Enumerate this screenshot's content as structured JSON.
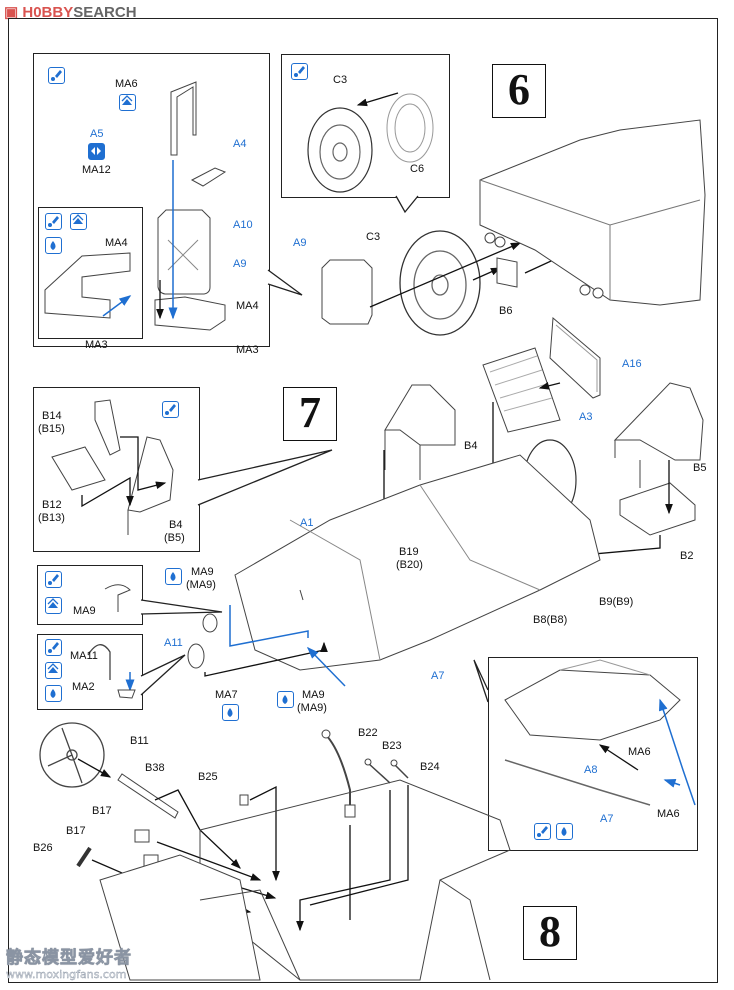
{
  "header": {
    "brand_icon": "hobby-search-logo-icon",
    "brand_part1": "H0BBY",
    "brand_part2": "SEARCH"
  },
  "steps": [
    {
      "number": "6",
      "detail_wheel": {
        "labels": [
          "C3",
          "C6"
        ],
        "icon": "glue-icon"
      },
      "main_labels": {
        "a9": "A9",
        "c3": "C3",
        "b6": "B6"
      },
      "jerrycan_detail": {
        "labels": {
          "ma6": "MA6",
          "a5": "A5",
          "ma12": "MA12",
          "a4": "A4",
          "a10": "A10",
          "a9": "A9",
          "ma4": "MA4",
          "ma3": "MA3"
        },
        "icons": [
          "glue-icon",
          "photo-etch-icon",
          "symmetry-icon"
        ]
      },
      "mount_detail": {
        "labels": {
          "ma4": "MA4",
          "ma3": "MA3"
        },
        "icons": [
          "glue-icon",
          "photo-etch-icon",
          "paint-drop-icon"
        ]
      }
    },
    {
      "number": "7",
      "seat_detail": {
        "labels": {
          "b14": "B14",
          "b15": "(B15)",
          "b12": "B12",
          "b13": "(B13)",
          "b4": "B4",
          "b5": "(B5)"
        },
        "icon": "glue-icon"
      },
      "main_labels": {
        "a16": "A16",
        "a3": "A3",
        "b4": "B4",
        "b5": "B5",
        "b2": "B2",
        "a1": "A1",
        "b19": "B19",
        "b20": "(B20)",
        "b9": "B9(B9)",
        "b8": "B8(B8)",
        "a7": "A7",
        "a11": "A11",
        "ma7": "MA7",
        "ma9_top": "MA9",
        "ma9_top_paren": "(MA9)",
        "ma9_bottom": "MA9",
        "ma9_bottom_paren": "(MA9)"
      },
      "ma9_detail": {
        "label": "MA9",
        "icons": [
          "glue-icon",
          "photo-etch-icon"
        ]
      },
      "ma11_detail": {
        "labels": {
          "ma11": "MA11",
          "ma2": "MA2"
        },
        "icons": [
          "glue-icon",
          "photo-etch-icon",
          "paint-drop-icon"
        ]
      },
      "side_detail": {
        "labels": {
          "ma6_top": "MA6",
          "a8": "A8",
          "a7": "A7",
          "ma6_bottom": "MA6"
        },
        "icons": [
          "glue-icon",
          "paint-drop-icon"
        ]
      }
    },
    {
      "number": "8",
      "labels": {
        "b11": "B11",
        "b38": "B38",
        "b25": "B25",
        "b17a": "B17",
        "b17b": "B17",
        "b26": "B26",
        "b22": "B22",
        "b23": "B23",
        "b24": "B24"
      }
    }
  ],
  "watermark": {
    "chinese": "静态模型爱好者",
    "url": "www.moxingfans.com"
  },
  "colors": {
    "accent_blue": "#1f6fd1",
    "line_black": "#111111",
    "brand_red": "#d9534f"
  }
}
